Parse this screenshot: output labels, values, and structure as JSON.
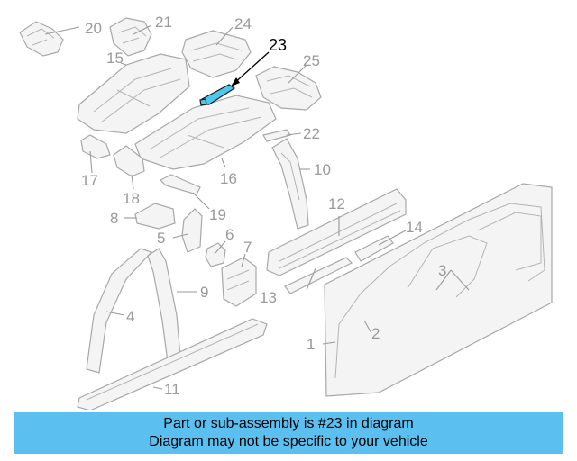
{
  "highlight_part": "23",
  "callouts": {
    "c1": "1",
    "c2": "2",
    "c3": "3",
    "c4": "4",
    "c5": "5",
    "c6": "6",
    "c7": "7",
    "c8": "8",
    "c9": "9",
    "c10": "10",
    "c11": "11",
    "c12": "12",
    "c13": "13",
    "c14": "14",
    "c15": "15",
    "c16": "16",
    "c17": "17",
    "c18": "18",
    "c19": "19",
    "c20": "20",
    "c21": "21",
    "c22": "22",
    "c23": "23",
    "c24": "24",
    "c25": "25"
  },
  "banner": {
    "line1": "Part or sub-assembly is #23 in diagram",
    "line2": "Diagram may not be specific to your vehicle"
  },
  "colors": {
    "highlight": "#4cc7ef",
    "banner": "#5bc0f0",
    "line_art": "#a8a8a8"
  }
}
